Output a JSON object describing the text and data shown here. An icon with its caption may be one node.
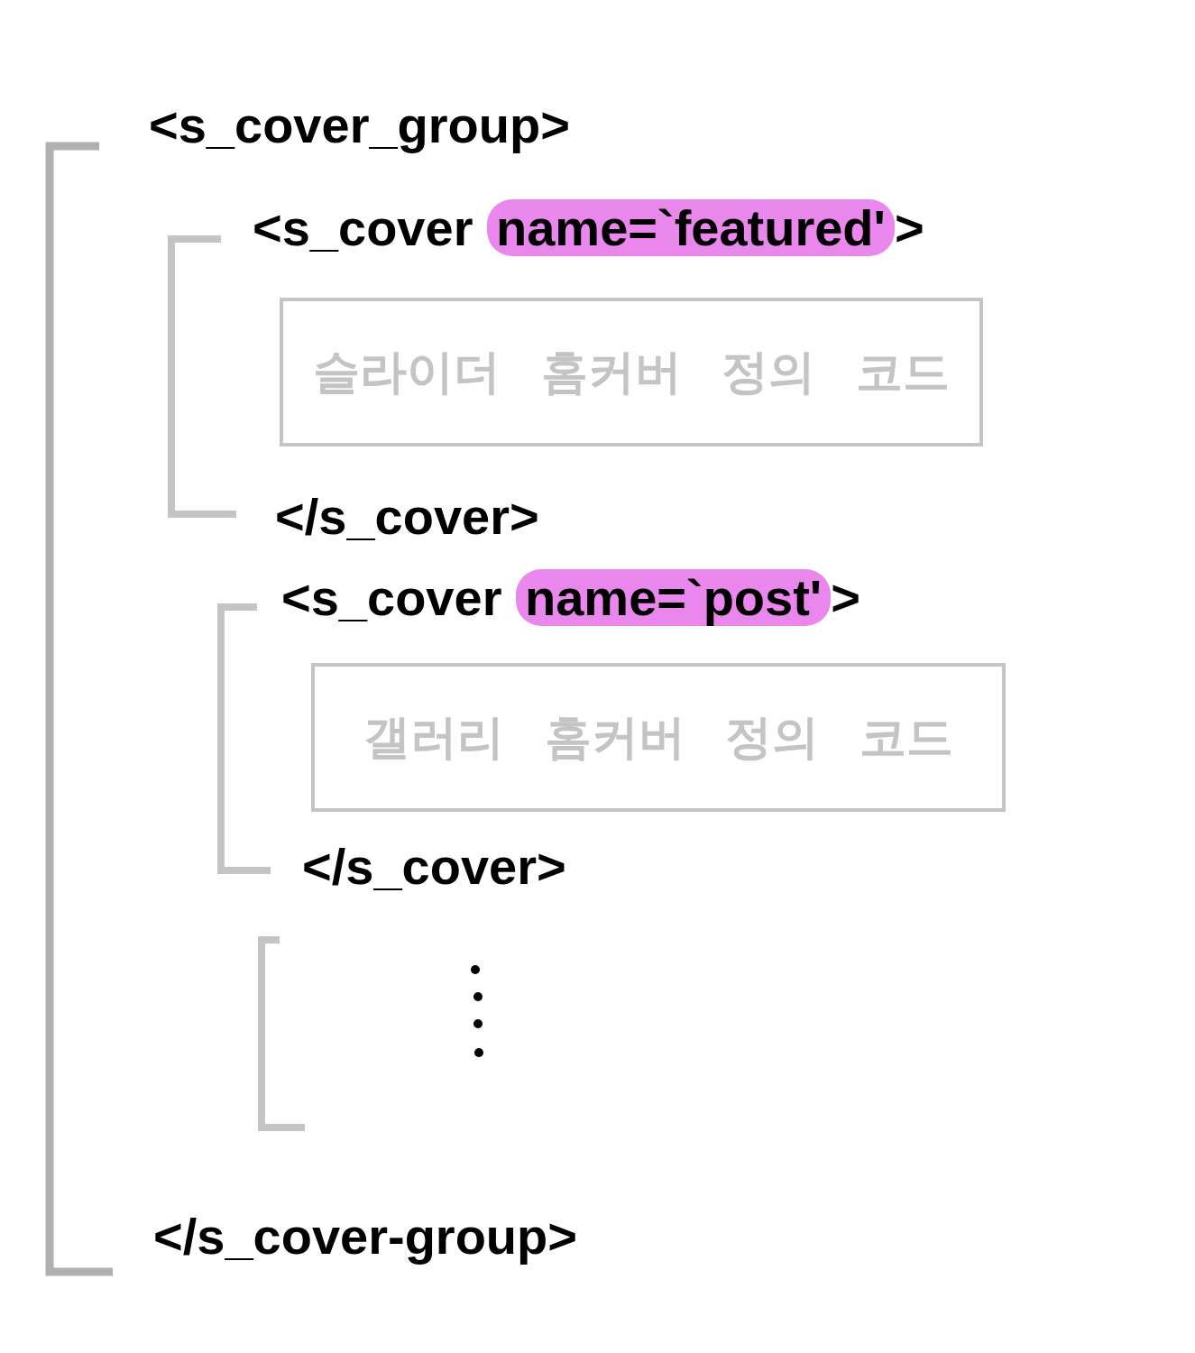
{
  "diagram": {
    "nodes": [
      {
        "text": [
          "슬라이더 홈커버 정의 코드"
        ]
      },
      {
        "text": [
          "갤러리 홈커버 정의 코드"
        ]
      }
    ],
    "edges": [],
    "labels": [
      "<s_cover_group>",
      "<s_cover name=`featured'>",
      "</s_cover>",
      "<s_cover name=`post'>",
      "</s_cover>",
      "</s_cover-group>"
    ]
  }
}
